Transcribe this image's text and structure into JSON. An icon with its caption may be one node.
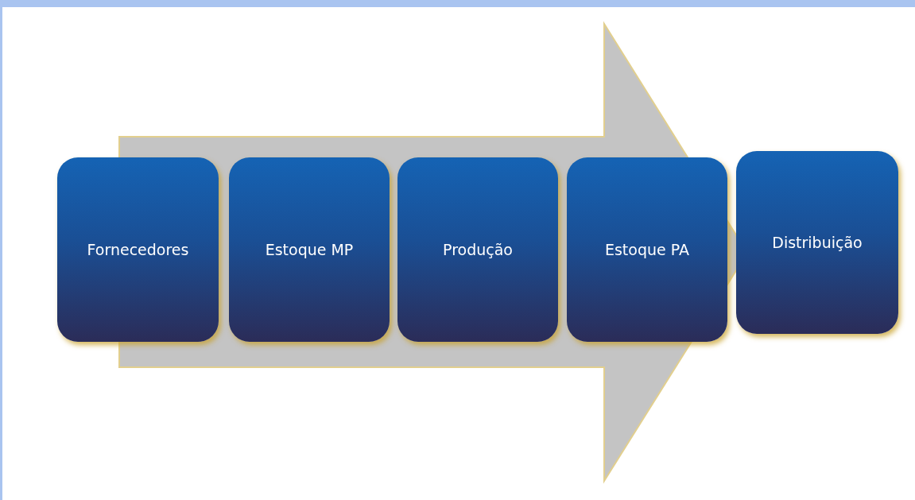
{
  "diagram": {
    "nodes": [
      {
        "text": [
          "Fornecedores"
        ]
      },
      {
        "text": [
          "Estoque MP"
        ]
      },
      {
        "text": [
          "Produção"
        ]
      },
      {
        "text": [
          "Estoque PA"
        ]
      },
      {
        "text": [
          "Distribuição"
        ]
      }
    ],
    "edges": [
      {
        "from": 0,
        "to": 4,
        "arrow": "to"
      }
    ]
  }
}
